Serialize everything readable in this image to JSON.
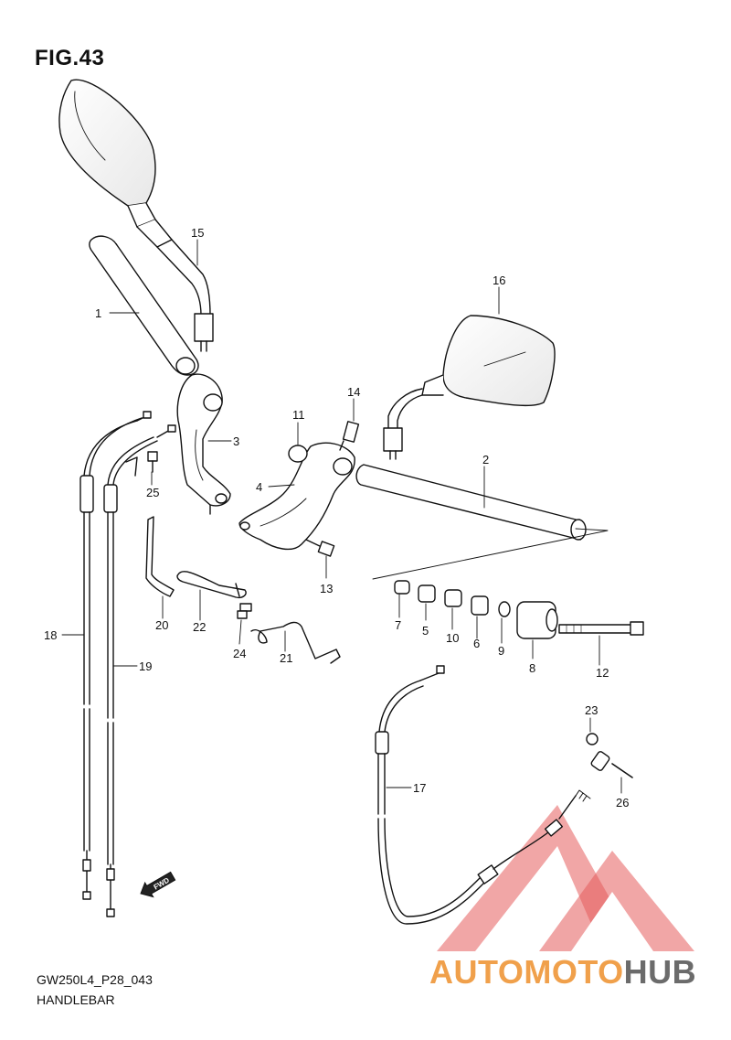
{
  "figure": {
    "title": "FIG.43",
    "code": "GW250L4_P28_043",
    "name": "HANDLEBAR"
  },
  "direction_marker": {
    "label": "FWD",
    "icon": "forward-arrow-icon"
  },
  "watermark": {
    "part1": "AUTOMOTO",
    "part2": "HUB",
    "color_primary": "#f0a04b",
    "color_secondary": "#6b6b6b",
    "logo_color": "#e04040"
  },
  "callouts": [
    {
      "number": "1",
      "part": "handlebar-grip-left"
    },
    {
      "number": "2",
      "part": "handlebar-tube-right"
    },
    {
      "number": "3",
      "part": "handlebar-clamp-left"
    },
    {
      "number": "4",
      "part": "handlebar-holder"
    },
    {
      "number": "5",
      "part": "spacer"
    },
    {
      "number": "6",
      "part": "spacer"
    },
    {
      "number": "7",
      "part": "collar"
    },
    {
      "number": "8",
      "part": "balancer"
    },
    {
      "number": "9",
      "part": "washer"
    },
    {
      "number": "10",
      "part": "cushion"
    },
    {
      "number": "11",
      "part": "cushion"
    },
    {
      "number": "12",
      "part": "bolt"
    },
    {
      "number": "13",
      "part": "bolt"
    },
    {
      "number": "14",
      "part": "bolt"
    },
    {
      "number": "15",
      "part": "mirror-left"
    },
    {
      "number": "16",
      "part": "mirror-right"
    },
    {
      "number": "17",
      "part": "clutch-cable"
    },
    {
      "number": "18",
      "part": "throttle-cable"
    },
    {
      "number": "19",
      "part": "throttle-cable"
    },
    {
      "number": "20",
      "part": "clamp"
    },
    {
      "number": "21",
      "part": "clamp"
    },
    {
      "number": "22",
      "part": "clamp"
    },
    {
      "number": "23",
      "part": "cable-end"
    },
    {
      "number": "24",
      "part": "screw"
    },
    {
      "number": "25",
      "part": "screw"
    },
    {
      "number": "26",
      "part": "pin"
    }
  ]
}
